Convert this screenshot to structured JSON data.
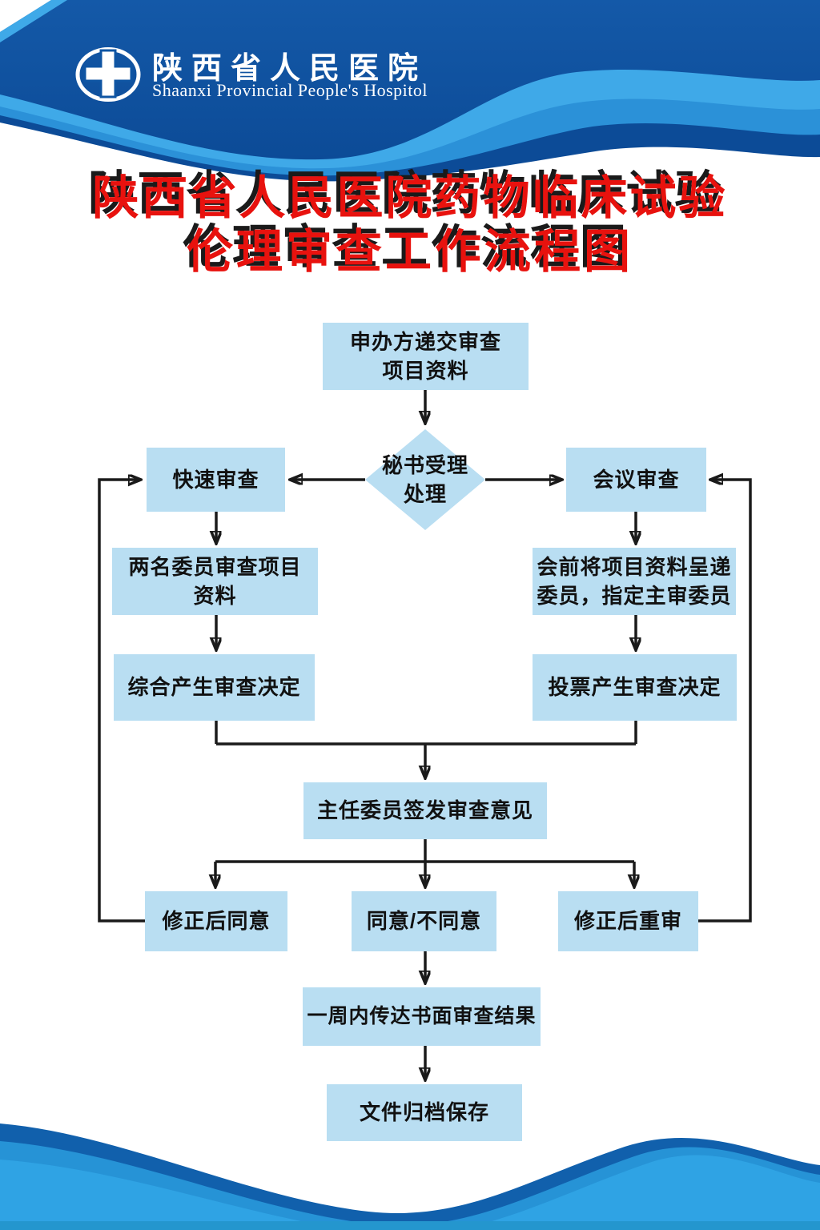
{
  "header": {
    "hospital_name_zh": "陕西省人民医院",
    "hospital_name_en": "Shaanxi Provincial People's Hospitol",
    "logo_icon": "cross-in-ellipse-icon"
  },
  "title": {
    "line1": "陕西省人民医院药物临床试验",
    "line2": "伦理审查工作流程图"
  },
  "flowchart": {
    "submit": {
      "label": "申办方递交审查\n项目资料"
    },
    "secretary": {
      "label": "秘书受理\n处理"
    },
    "fast_review": {
      "label": "快速审查"
    },
    "meeting_review": {
      "label": "会议审查"
    },
    "two_members": {
      "label": "两名委员审查项目\n资料"
    },
    "pre_meeting": {
      "label": "会前将项目资料呈递\n委员，指定主审委员"
    },
    "comprehensive_decision": {
      "label": "综合产生审查决定"
    },
    "vote_decision": {
      "label": "投票产生审查决定"
    },
    "chairman_sign": {
      "label": "主任委员签发审查意见"
    },
    "approve_after_revision": {
      "label": "修正后同意"
    },
    "agree_disagree": {
      "label": "同意/不同意"
    },
    "rereview_after_revision": {
      "label": "修正后重审"
    },
    "notify_result": {
      "label": "一周内传达书面审查结果"
    },
    "archive": {
      "label": "文件归档保存"
    }
  },
  "colors": {
    "header_blue": "#1157A5",
    "header_blue_deep": "#0C4B97",
    "band_bright": "#3FA9E8",
    "band_medium": "#2B91D8",
    "node_fill": "#B9DEF2",
    "line_color": "#1A1A1A",
    "title_red": "#E8120E",
    "title_shadow": "#1A1A1A",
    "footer_light": "#2FA3E4",
    "footer_medium": "#2693D6",
    "footer_dark": "#1160AC"
  }
}
